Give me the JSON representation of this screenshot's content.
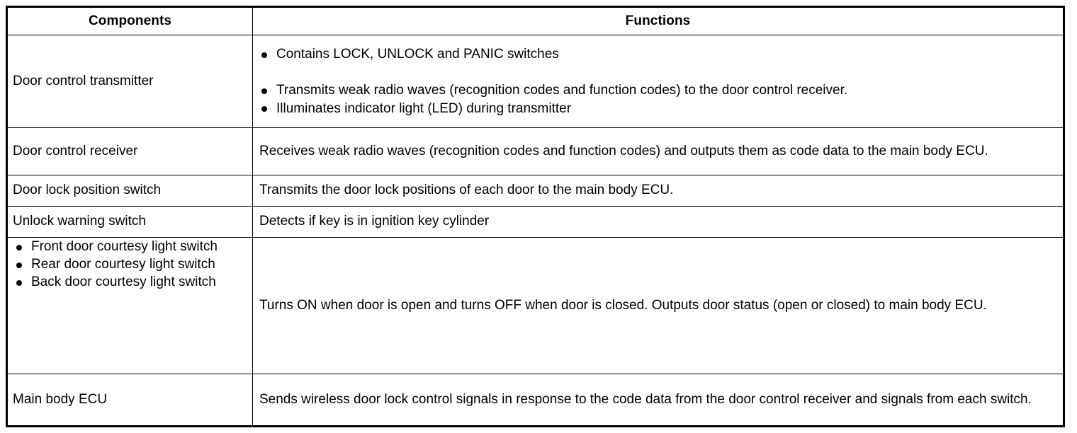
{
  "table": {
    "headers": {
      "components": "Components",
      "functions": "Functions"
    },
    "rows": [
      {
        "component": "Door control transmitter",
        "component_type": "text",
        "function_type": "bullets",
        "function_bullets": [
          "Contains LOCK, UNLOCK and PANIC switches",
          "Transmits weak radio waves (recognition codes and function codes) to the door control receiver.",
          "Illuminates indicator light (LED) during transmitter"
        ]
      },
      {
        "component": "Door control receiver",
        "component_type": "text",
        "function_type": "text",
        "function": "Receives weak radio waves (recognition codes and function codes) and outputs them as code data to the main body ECU."
      },
      {
        "component": "Door lock position switch",
        "component_type": "text",
        "function_type": "text",
        "function": "Transmits the door lock positions of each door to the main body ECU."
      },
      {
        "component": "Unlock warning switch",
        "component_type": "text",
        "function_type": "text",
        "function": "Detects if key is in ignition key cylinder"
      },
      {
        "component_type": "bullets",
        "component_bullets": [
          "Front door courtesy light switch",
          "Rear door courtesy light switch",
          "Back door courtesy light switch"
        ],
        "function_type": "text",
        "function": "Turns ON when door is open and turns OFF when door is closed. Outputs door status (open or closed) to main body ECU."
      },
      {
        "component": "Main body ECU",
        "component_type": "text",
        "function_type": "text",
        "function": "Sends wireless door lock control signals in response to the code data from the door control receiver and signals from each switch."
      }
    ]
  },
  "colors": {
    "text": "#000000",
    "border": "#000000",
    "background": "#ffffff"
  }
}
